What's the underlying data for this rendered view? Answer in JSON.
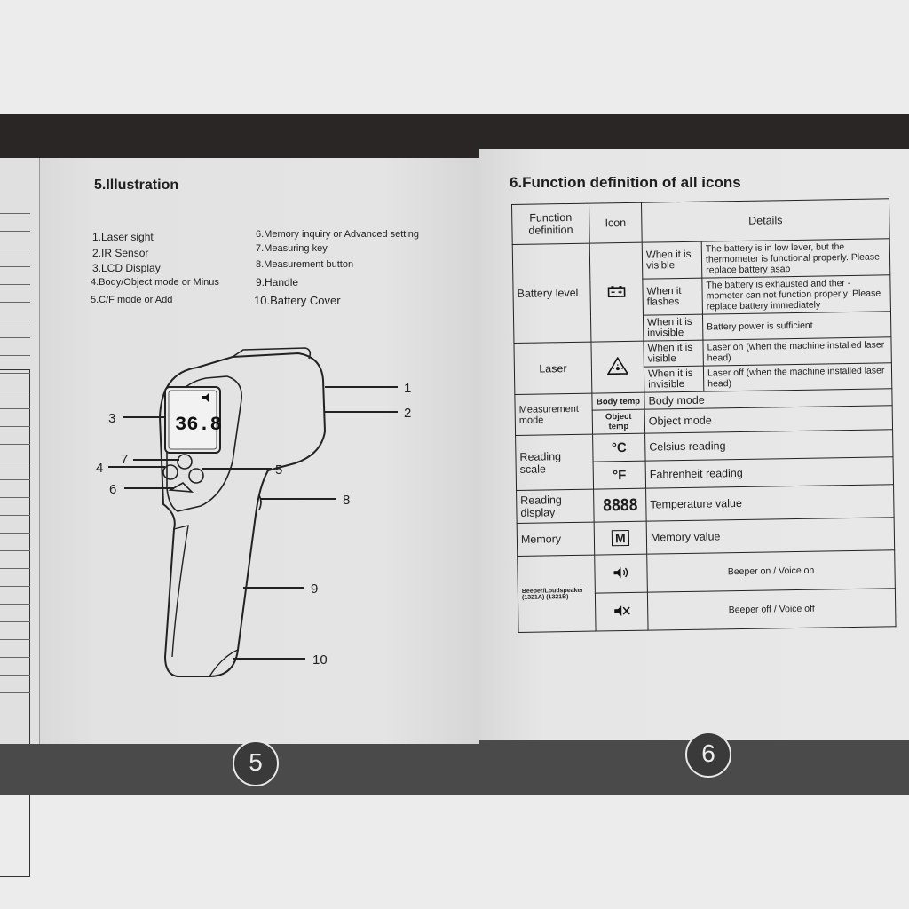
{
  "left_page": {
    "heading": "5.Illustration",
    "legend_left": [
      "1.Laser sight",
      "2.IR Sensor",
      "3.LCD Display",
      "4.Body/Object mode or Minus",
      "5.C/F mode or Add"
    ],
    "legend_right": [
      "6.Memory inquiry or Advanced setting",
      "7.Measuring key",
      "8.Measurement button",
      "9.Handle",
      "10.Battery Cover"
    ],
    "display_value": "36.8",
    "callouts": [
      "1",
      "2",
      "3",
      "4",
      "5",
      "6",
      "7",
      "8",
      "9",
      "10"
    ],
    "page_number": "5"
  },
  "right_page": {
    "heading": "6.Function definition of all icons",
    "table": {
      "headers": [
        "Function definition",
        "Icon",
        "Details"
      ],
      "battery": {
        "function": "Battery level",
        "rows": [
          {
            "condition": "When it is visible",
            "detail": "The battery is in low lever, but the thermometer is functional properly. Please replace battery asap"
          },
          {
            "condition": "When it flashes",
            "detail": "The battery is exhausted and ther -mometer can not function properly. Please replace battery immediately"
          },
          {
            "condition": "When it is invisible",
            "detail": "Battery power is sufficient"
          }
        ]
      },
      "laser": {
        "function": "Laser",
        "rows": [
          {
            "condition": "When it is visible",
            "detail": "Laser on (when the machine installed laser head)"
          },
          {
            "condition": "When it is invisible",
            "detail": "Laser off (when the machine installed laser head)"
          }
        ]
      },
      "measurement": {
        "function": "Measurement mode",
        "rows": [
          {
            "icon_text": "Body temp",
            "detail": "Body mode"
          },
          {
            "icon_text": "Object temp",
            "detail": "Object mode"
          }
        ]
      },
      "scale": {
        "function": "Reading scale",
        "rows": [
          {
            "icon_text": "°C",
            "detail": "Celsius reading"
          },
          {
            "icon_text": "°F",
            "detail": "Fahrenheit reading"
          }
        ]
      },
      "display": {
        "function": "Reading display",
        "icon_text": "8888",
        "detail": "Temperature value"
      },
      "memory": {
        "function": "Memory",
        "icon_text": "M",
        "detail": "Memory value"
      },
      "beeper": {
        "function": "Beeper/Loudspeaker (1321A) (1321B)",
        "rows": [
          {
            "detail": "Beeper on / Voice on"
          },
          {
            "detail": "Beeper off / Voice off"
          }
        ]
      }
    },
    "page_number": "6"
  },
  "icons": [
    "battery-icon",
    "laser-warning-icon",
    "speaker-on-icon",
    "speaker-off-icon"
  ]
}
